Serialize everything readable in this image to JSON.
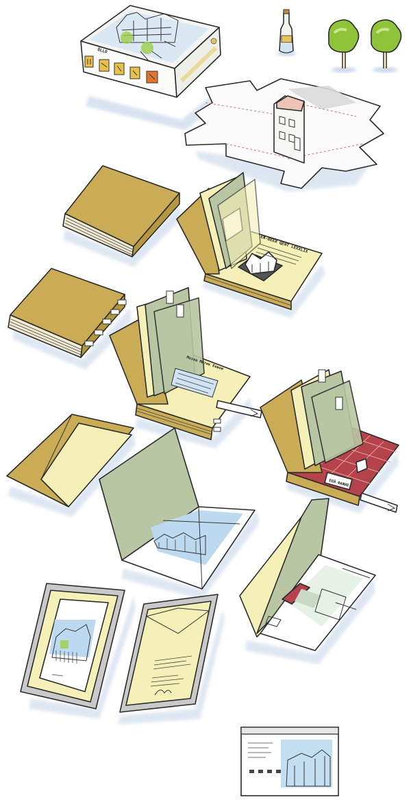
{
  "box": {
    "tab_labels": [
      "ÖLLO"
    ]
  },
  "pop_up_book": {
    "page_heading": "ЕЖ-ВЕЕЙ ЦЕНТ LEXXLIX"
  },
  "tabbed_book": {
    "page_heading": "Мозна Мютик Еевое"
  },
  "brick_book": {
    "sign_label": "ЕЕЙ ФАЖИЕ"
  },
  "colors": {
    "cover_ochre": "#c9ac55",
    "page_cream": "#f5f0b8",
    "page_sage": "#b9c6a3",
    "brick_red": "#b4434b",
    "sky_blue": "#bcd9ef",
    "tree_green": "#8fc43a",
    "frame_grey": "#c9c9c9"
  },
  "icons": [
    "gift-box-icon",
    "bottle-icon",
    "tree-icon",
    "book-icon",
    "picture-frame-icon",
    "browser-window-icon"
  ]
}
